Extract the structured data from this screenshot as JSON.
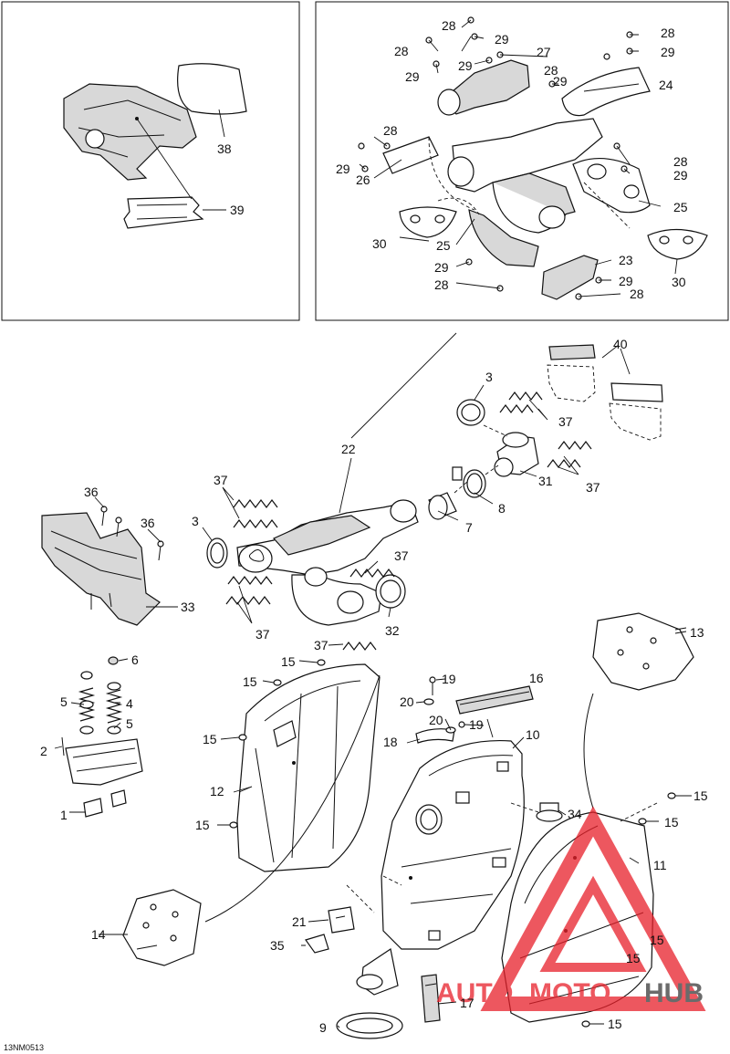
{
  "diagram_code": "13NM0513",
  "watermark": {
    "brand_auto": "AUTO",
    "brand_moto": "MOTO",
    "brand_hub": "HUB",
    "color_primary": "#e8202a",
    "color_dark": "#3a3a3a"
  },
  "callouts": {
    "c1": "1",
    "c2": "2",
    "c3a": "3",
    "c3b": "3",
    "c4": "4",
    "c5a": "5",
    "c5b": "5",
    "c6": "6",
    "c7": "7",
    "c8": "8",
    "c9": "9",
    "c10": "10",
    "c11": "11",
    "c12": "12",
    "c13": "13",
    "c14": "14",
    "c15a": "15",
    "c15b": "15",
    "c15c": "15",
    "c15d": "15",
    "c15e": "15",
    "c15f": "15",
    "c15g": "15",
    "c15h": "15",
    "c15i": "15",
    "c16": "16",
    "c17": "17",
    "c18": "18",
    "c19a": "19",
    "c19b": "19",
    "c20a": "20",
    "c20b": "20",
    "c21": "21",
    "c22": "22",
    "c23": "23",
    "c24": "24",
    "c25a": "25",
    "c25b": "25",
    "c26": "26",
    "c27": "27",
    "c28a": "28",
    "c28b": "28",
    "c28c": "28",
    "c28d": "28",
    "c28e": "28",
    "c28f": "28",
    "c28g": "28",
    "c29a": "29",
    "c29b": "29",
    "c29c": "29",
    "c29d": "29",
    "c29e": "29",
    "c29f": "29",
    "c29g": "29",
    "c29h": "29",
    "c30a": "30",
    "c30b": "30",
    "c31": "31",
    "c32": "32",
    "c33": "33",
    "c34": "34",
    "c35": "35",
    "c36a": "36",
    "c36b": "36",
    "c37a": "37",
    "c37b": "37",
    "c37c": "37",
    "c37d": "37",
    "c37e": "37",
    "c37f": "37",
    "c38": "38",
    "c39": "39",
    "c40": "40"
  }
}
